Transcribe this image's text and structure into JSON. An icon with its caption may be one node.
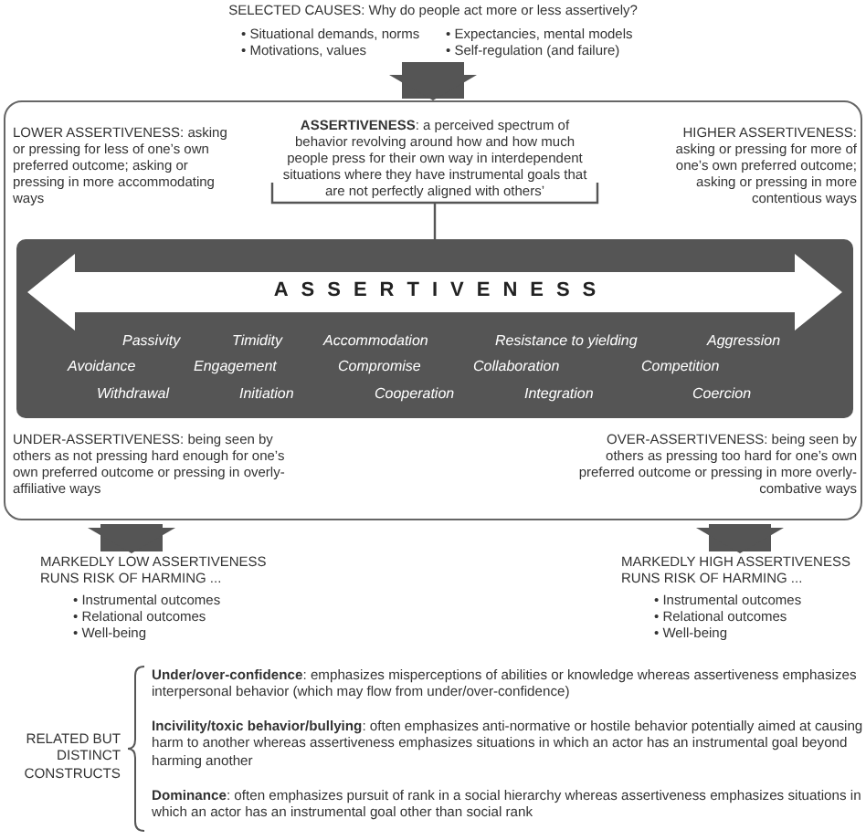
{
  "diagram": {
    "nodes": [
      {
        "text": [
          "SELECTED CAUSES: Why do people act more or less assertively?",
          "• Situational demands, norms",
          "• Expectancies, mental models",
          "• Motivations, values",
          "• Self-regulation (and failure)"
        ]
      },
      {
        "text": [],
        "shape": "box"
      },
      {
        "text": [
          "LOWER ASSERTIVENESS: asking or pressing for less of one’s own preferred outcome; asking or pressing in more accommodating ways"
        ],
        "in": 1
      },
      {
        "text": [
          "**ASSERTIVENESS**: a perceived spectrum of behavior revolving around how and how much people press for their own way in interdependent situations where they have instrumental goals that are not perfectly aligned with others’"
        ],
        "in": 1
      },
      {
        "text": [
          "HIGHER ASSERTIVENESS: asking or pressing for more of one’s own preferred outcome; asking or pressing in more contentious ways"
        ],
        "in": 1
      },
      {
        "text": [
          "ASSERTIVENESS",
          "Passivity",
          "Timidity",
          "Accommodation",
          "Resistance to yielding",
          "Aggression",
          "Avoidance",
          "Engagement",
          "Compromise",
          "Collaboration",
          "Competition",
          "Withdrawal",
          "Initiation",
          "Cooperation",
          "Integration",
          "Coercion"
        ],
        "in": 1
      },
      {
        "text": [
          "UNDER-ASSERTIVENESS: being seen by others as not pressing hard enough for one’s own preferred outcome or pressing in overly-affiliative ways"
        ],
        "in": 1
      },
      {
        "text": [
          "OVER-ASSERTIVENESS: being seen by others as pressing too hard for one’s own preferred outcome or pressing in more overly-combative ways"
        ],
        "in": 1
      },
      {
        "text": [
          "MARKEDLY LOW ASSERTIVENESS RUNS RISK OF HARMING ...",
          "• Instrumental outcomes",
          "• Relational outcomes",
          "• Well-being"
        ]
      },
      {
        "text": [
          "MARKEDLY HIGH ASSERTIVENESS RUNS RISK OF HARMING ...",
          "• Instrumental outcomes",
          "• Relational outcomes",
          "• Well-being"
        ]
      }
    ],
    "edges": [
      {
        "from": 0,
        "to": 1,
        "arrow": "to"
      },
      {
        "from": 3,
        "to": 5,
        "arrow": "none"
      },
      {
        "from": 1,
        "to": 8,
        "arrow": "to"
      },
      {
        "from": 1,
        "to": 9,
        "arrow": "to"
      }
    ],
    "labels": [
      "RELATED BUT DISTINCT CONSTRUCTS",
      "**Under/over-confidence**: emphasizes misperceptions of abilities or knowledge whereas assertiveness emphasizes interpersonal behavior (which may flow from under/over-confidence)",
      "**Incivility/toxic behavior/bullying**: often emphasizes anti-normative or hostile behavior potentially aimed at causing harm to another whereas assertiveness emphasizes situations in which an actor has an instrumental goal beyond harming another",
      "**Dominance**: often emphasizes pursuit of rank in a social hierarchy whereas assertiveness emphasizes situations in which an actor has an instrumental goal other than social rank"
    ]
  }
}
